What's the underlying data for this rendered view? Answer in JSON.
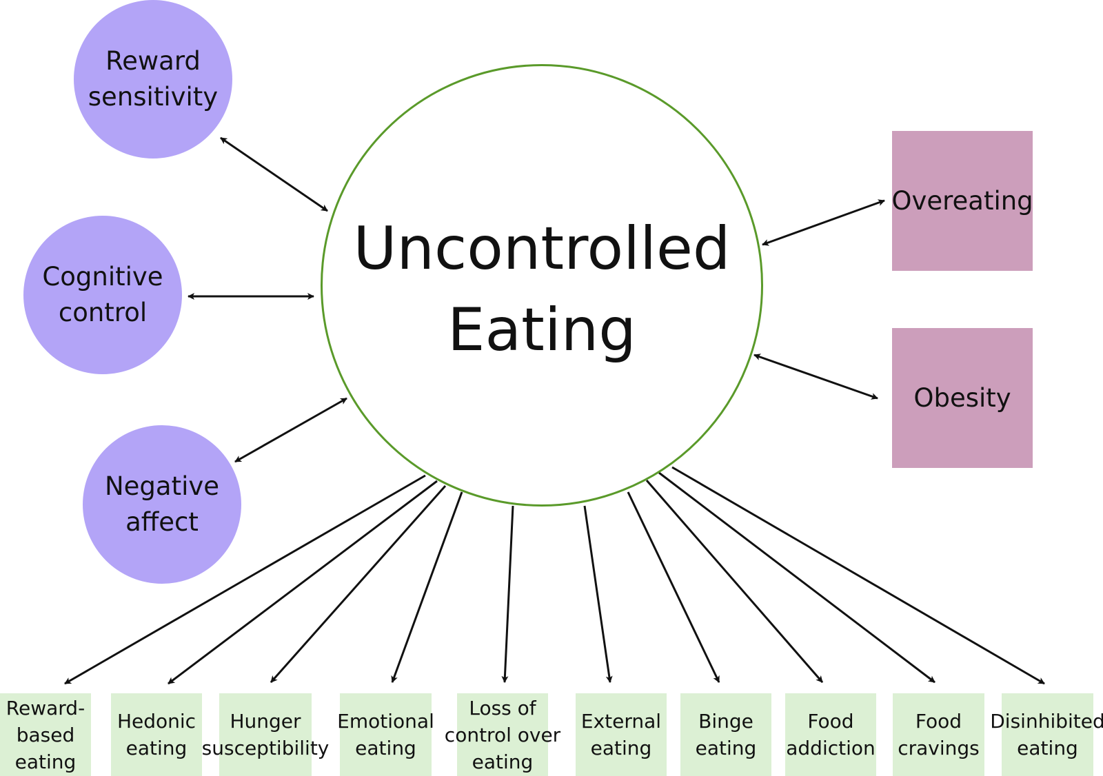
{
  "center": {
    "label": "Uncontrolled\nEating"
  },
  "factors": [
    {
      "label": "Reward\nsensitivity"
    },
    {
      "label": "Cognitive\ncontrol"
    },
    {
      "label": "Negative\naffect"
    }
  ],
  "outcomes": [
    {
      "label": "Overeating"
    },
    {
      "label": "Obesity"
    }
  ],
  "behaviors": [
    {
      "label": "Reward-\nbased\neating"
    },
    {
      "label": "Hedonic\neating"
    },
    {
      "label": "Hunger\nsusceptibility"
    },
    {
      "label": "Emotional\neating"
    },
    {
      "label": "Loss of\ncontrol over\neating"
    },
    {
      "label": "External\neating"
    },
    {
      "label": "Binge\neating"
    },
    {
      "label": "Food\naddiction"
    },
    {
      "label": "Food\ncravings"
    },
    {
      "label": "Disinhibited\neating"
    }
  ],
  "colors": {
    "center_border": "#5a9a2a",
    "factor_fill": "#b3a4f7",
    "outcome_fill": "#cc9ebb",
    "behavior_fill": "#dcf0d4",
    "arrow": "#111111"
  }
}
